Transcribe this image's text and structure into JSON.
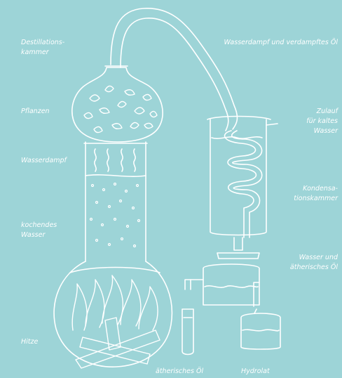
{
  "labels": {
    "distillation_chamber": "Destillations-\nkammer",
    "plants": "Pflanzen",
    "steam": "Wasserdampf",
    "boiling_water": "kochendes\nWasser",
    "heat": "Hitze",
    "steam_and_oil": "Wasserdampf und verdampftes Öl",
    "cold_water_inlet": "Zulauf\nfür kaltes\nWasser",
    "condensation_chamber": "Kondensa-\ntionskammer",
    "water_and_oil": "Wasser und\nätherisches Öl",
    "essential_oil": "ätherisches Öl",
    "hydrosol": "Hydrolat"
  },
  "colors": {
    "background": "#9dd4d7",
    "line": "#ffffff"
  }
}
